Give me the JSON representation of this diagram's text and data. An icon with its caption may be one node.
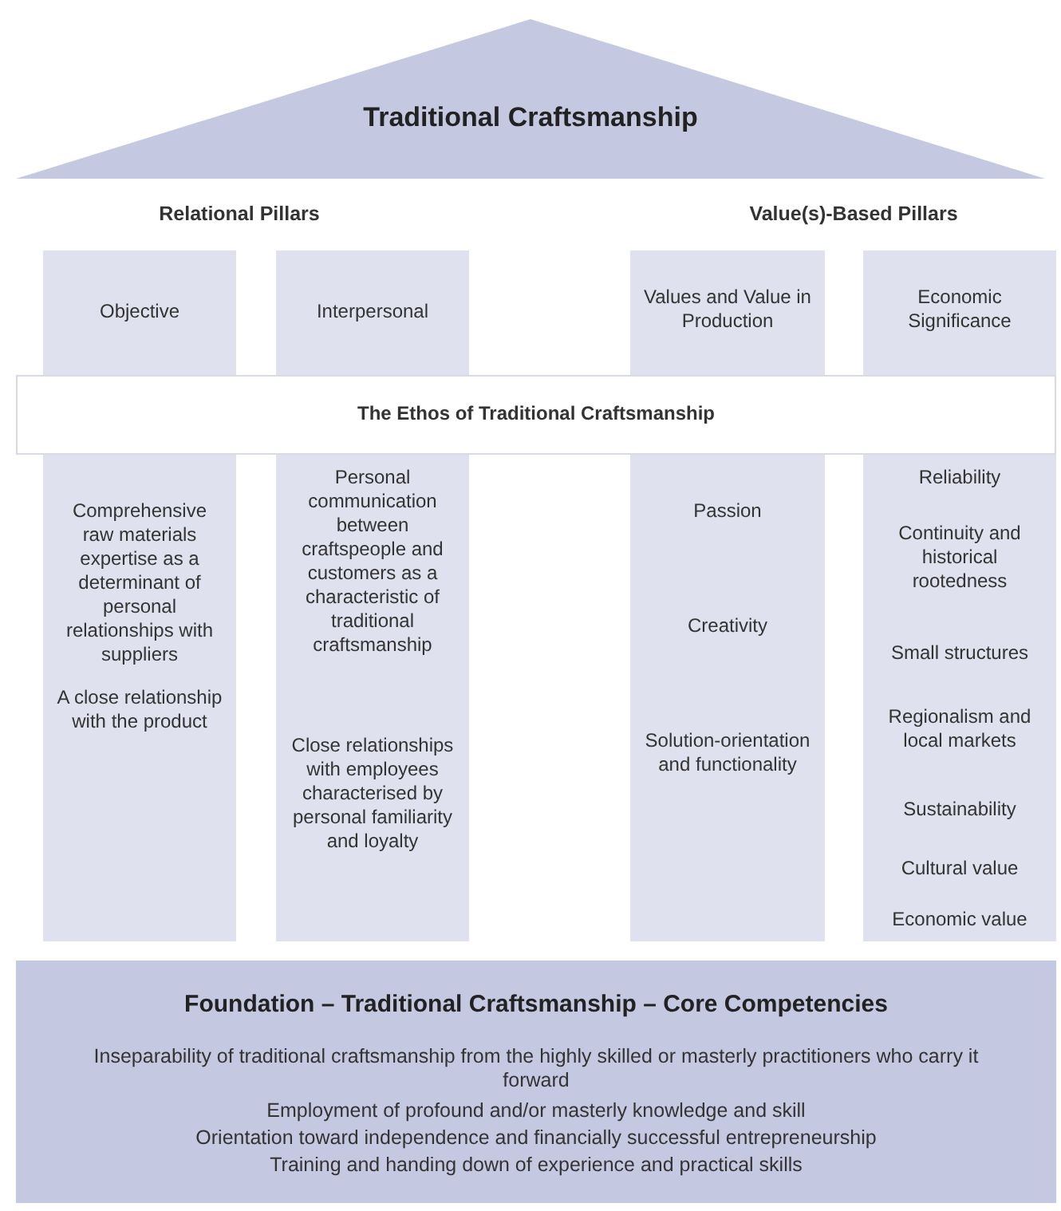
{
  "diagram": {
    "nodes": [
      {
        "text": [
          "Traditional Craftsmanship"
        ]
      },
      {
        "text": [
          "Objective",
          "Comprehensive raw materials expertise as a determinant of personal relationships with suppliers",
          "A close relationship with the product"
        ]
      },
      {
        "text": [
          "Interpersonal",
          "Personal communication between craftspeople and customers as a characteristic of traditional craftsmanship",
          "Close relationships with employees characterised by personal familiarity and loyalty"
        ]
      },
      {
        "text": [
          "Values and Value in Production",
          "Passion",
          "Creativity",
          "Solution-orientation and functionality"
        ]
      },
      {
        "text": [
          "Economic Significance",
          "Reliability",
          "Continuity and historical rootedness",
          "Small structures",
          "Regionalism and local markets",
          "Sustainability",
          "Cultural value",
          "Economic value"
        ]
      },
      {
        "text": [
          "The Ethos of Traditional Craftsmanship"
        ]
      },
      {
        "text": [
          "Foundation – Traditional Craftsmanship – Core Competencies",
          "Inseparability of traditional craftsmanship from the highly skilled or masterly practitioners who carry it forward",
          "Employment of profound and/or masterly knowledge and skill",
          "Orientation toward independence and financially successful entrepreneurship",
          "Training and handing down of experience and practical skills"
        ]
      }
    ],
    "labels": [
      "Relational Pillars",
      "Value(s)-Based Pillars"
    ]
  }
}
